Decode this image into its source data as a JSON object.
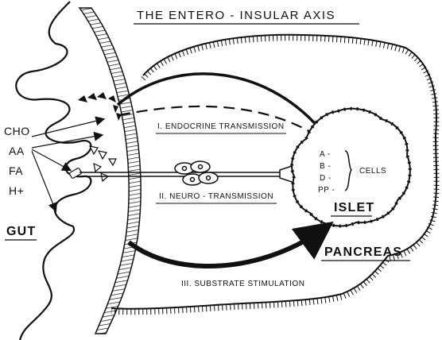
{
  "title": "THE ENTERO - INSULAR AXIS",
  "nutrients": [
    "CHO",
    "AA",
    "FA",
    "H+"
  ],
  "organs": {
    "gut": "GUT",
    "islet": "ISLET",
    "pancreas": "PANCREAS"
  },
  "pathways": {
    "endocrine": "I. ENDOCRINE  TRANSMISSION",
    "neuro": "II. NEURO - TRANSMISSION",
    "substrate": "III. SUBSTRATE  STIMULATION"
  },
  "cells": {
    "types": [
      "A -",
      "B -",
      "D -",
      "PP -"
    ],
    "label": "CELLS"
  },
  "colors": {
    "ink": "#111111",
    "background": "#ffffff"
  }
}
